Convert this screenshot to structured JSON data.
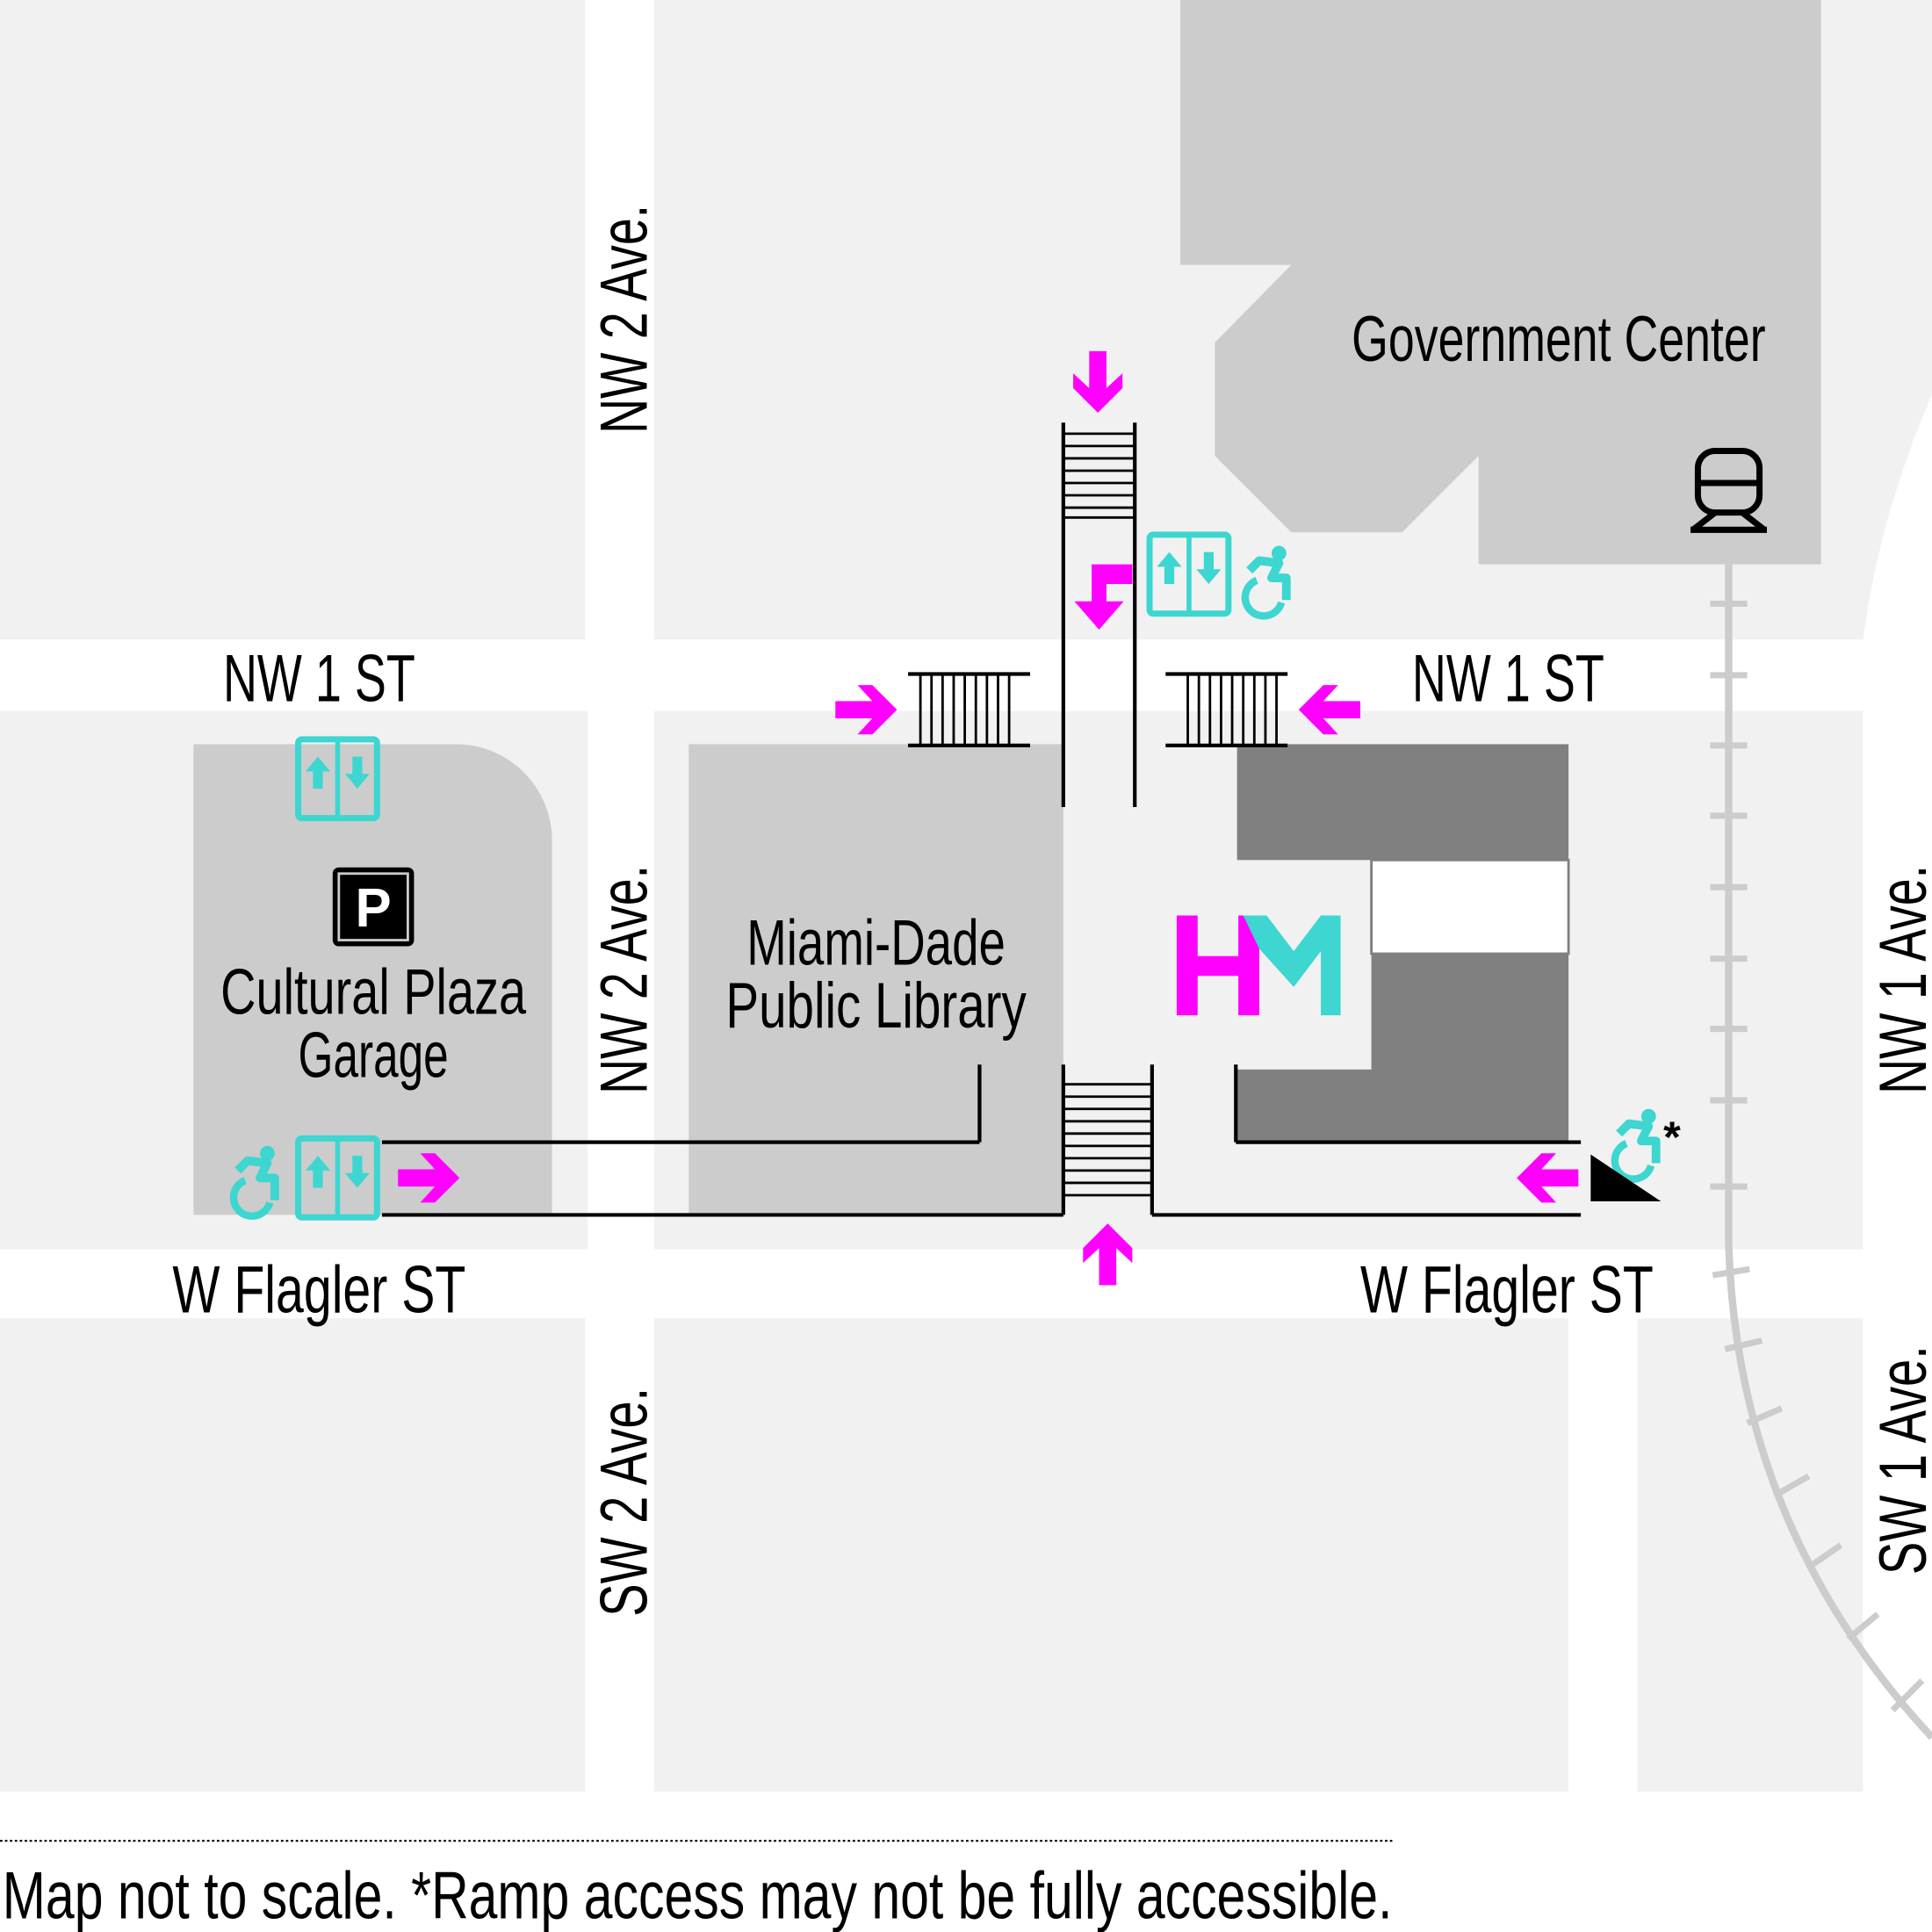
{
  "streets": {
    "nw1st_west": "NW 1 ST",
    "nw1st_east": "NW 1 ST",
    "flagler_west": "W Flagler ST",
    "flagler_east": "W Flagler ST",
    "nw2ave_north": "NW 2 Ave.",
    "nw2ave_mid": "NW 2 Ave.",
    "sw2ave": "SW 2 Ave.",
    "nw1ave": "NW 1 Ave.",
    "sw1ave": "SW 1 Ave."
  },
  "places": {
    "government_center": "Government Center",
    "library_line1": "Miami-Dade",
    "library_line2": "Public Library",
    "garage_line1": "Cultural Plaza",
    "garage_line2": "Garage",
    "parking_letter": "P",
    "museum_logo": "HM",
    "ramp_asterisk": "*"
  },
  "footer": {
    "note": "Map not to scale. *Ramp access may not be fully accessible."
  },
  "colors": {
    "accent_magenta": "#ff00ff",
    "accent_cyan": "#3dd6d0",
    "block": "#f1f1f1",
    "building": "#cccccc",
    "museum_building": "#808080"
  }
}
